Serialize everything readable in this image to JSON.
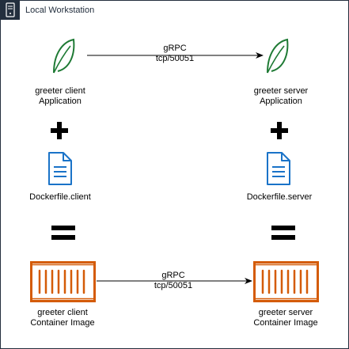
{
  "group": {
    "title": "Local Workstation",
    "border_color": "#232F3E"
  },
  "app_arrow": {
    "line1": "gRPC",
    "line2": "tcp/50051"
  },
  "image_arrow": {
    "line1": "gRPC",
    "line2": "tcp/50051"
  },
  "client_app": {
    "line1": "greeter client",
    "line2": "Application",
    "icon": "leaf-icon"
  },
  "server_app": {
    "line1": "greeter server",
    "line2": "Application",
    "icon": "leaf-icon"
  },
  "client_dockerfile": {
    "label": "Dockerfile.client",
    "icon": "document-icon"
  },
  "server_dockerfile": {
    "label": "Dockerfile.server",
    "icon": "document-icon"
  },
  "client_image": {
    "line1": "greeter client",
    "line2": "Container Image",
    "icon": "container-icon"
  },
  "server_image": {
    "line1": "greeter server",
    "line2": "Container Image",
    "icon": "container-icon"
  },
  "colors": {
    "leaf": "#1E7A34",
    "document": "#1A73C8",
    "container": "#D45B07",
    "operator": "#000000"
  }
}
